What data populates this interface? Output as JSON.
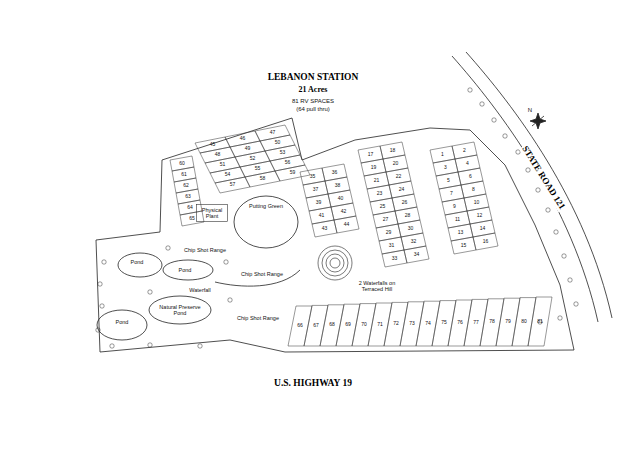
{
  "diagram": {
    "title": "LEBANON STATION",
    "nodes": [
      {
        "text": [
          "Physical Plant"
        ]
      },
      {
        "text": [
          "Putting Green"
        ]
      }
    ],
    "labels": [
      "21 Acres",
      "81 RV SPACES",
      "(64 pull thru)",
      "STATE ROAD 121",
      "U.S. HIGHWAY 19",
      "Chip Shot Range",
      "Chip Shot Range",
      "Chip Shot Range",
      "Pond",
      "Pond",
      "Pond",
      "Waterfall",
      "Natural Preserve Pond",
      "2 Waterfalls on Terraced Hill",
      "N",
      "1",
      "2",
      "3",
      "4",
      "5",
      "6",
      "7",
      "8",
      "9",
      "10",
      "11",
      "12",
      "13",
      "14",
      "15",
      "16",
      "17",
      "18",
      "19",
      "20",
      "21",
      "22",
      "23",
      "24",
      "25",
      "26",
      "27",
      "28",
      "29",
      "30",
      "31",
      "32",
      "33",
      "34",
      "35",
      "36",
      "37",
      "38",
      "39",
      "40",
      "41",
      "42",
      "43",
      "44",
      "45",
      "46",
      "47",
      "48",
      "49",
      "50",
      "51",
      "52",
      "53",
      "54",
      "55",
      "56",
      "57",
      "58",
      "59",
      "60",
      "61",
      "62",
      "63",
      "64",
      "65",
      "66",
      "67",
      "68",
      "69",
      "70",
      "71",
      "72",
      "73",
      "74",
      "75",
      "76",
      "77",
      "78",
      "79",
      "80",
      "81"
    ]
  }
}
